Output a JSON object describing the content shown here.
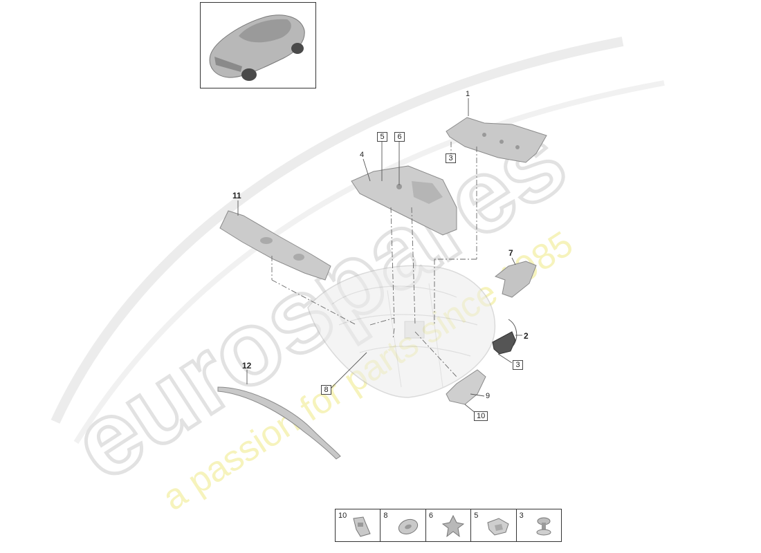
{
  "diagram": {
    "callouts": {
      "c1": "1",
      "c2": "2",
      "c3_top": "3",
      "c3_right": "3",
      "c4": "4",
      "c5": "5",
      "c6": "6",
      "c7": "7",
      "c8": "8",
      "c9": "9",
      "c10": "10",
      "c11": "11",
      "c12": "12"
    },
    "legend": [
      "10",
      "8",
      "6",
      "5",
      "3"
    ]
  },
  "watermark": {
    "brand": "eurospares",
    "tagline": "a passion for parts since 1985"
  },
  "colors": {
    "part_fill": "#c9c9c9",
    "part_stroke": "#8a8a8a",
    "line": "#555555",
    "watermark_grey": "#e3e3e3",
    "watermark_yellow": "#f4f0a8"
  }
}
